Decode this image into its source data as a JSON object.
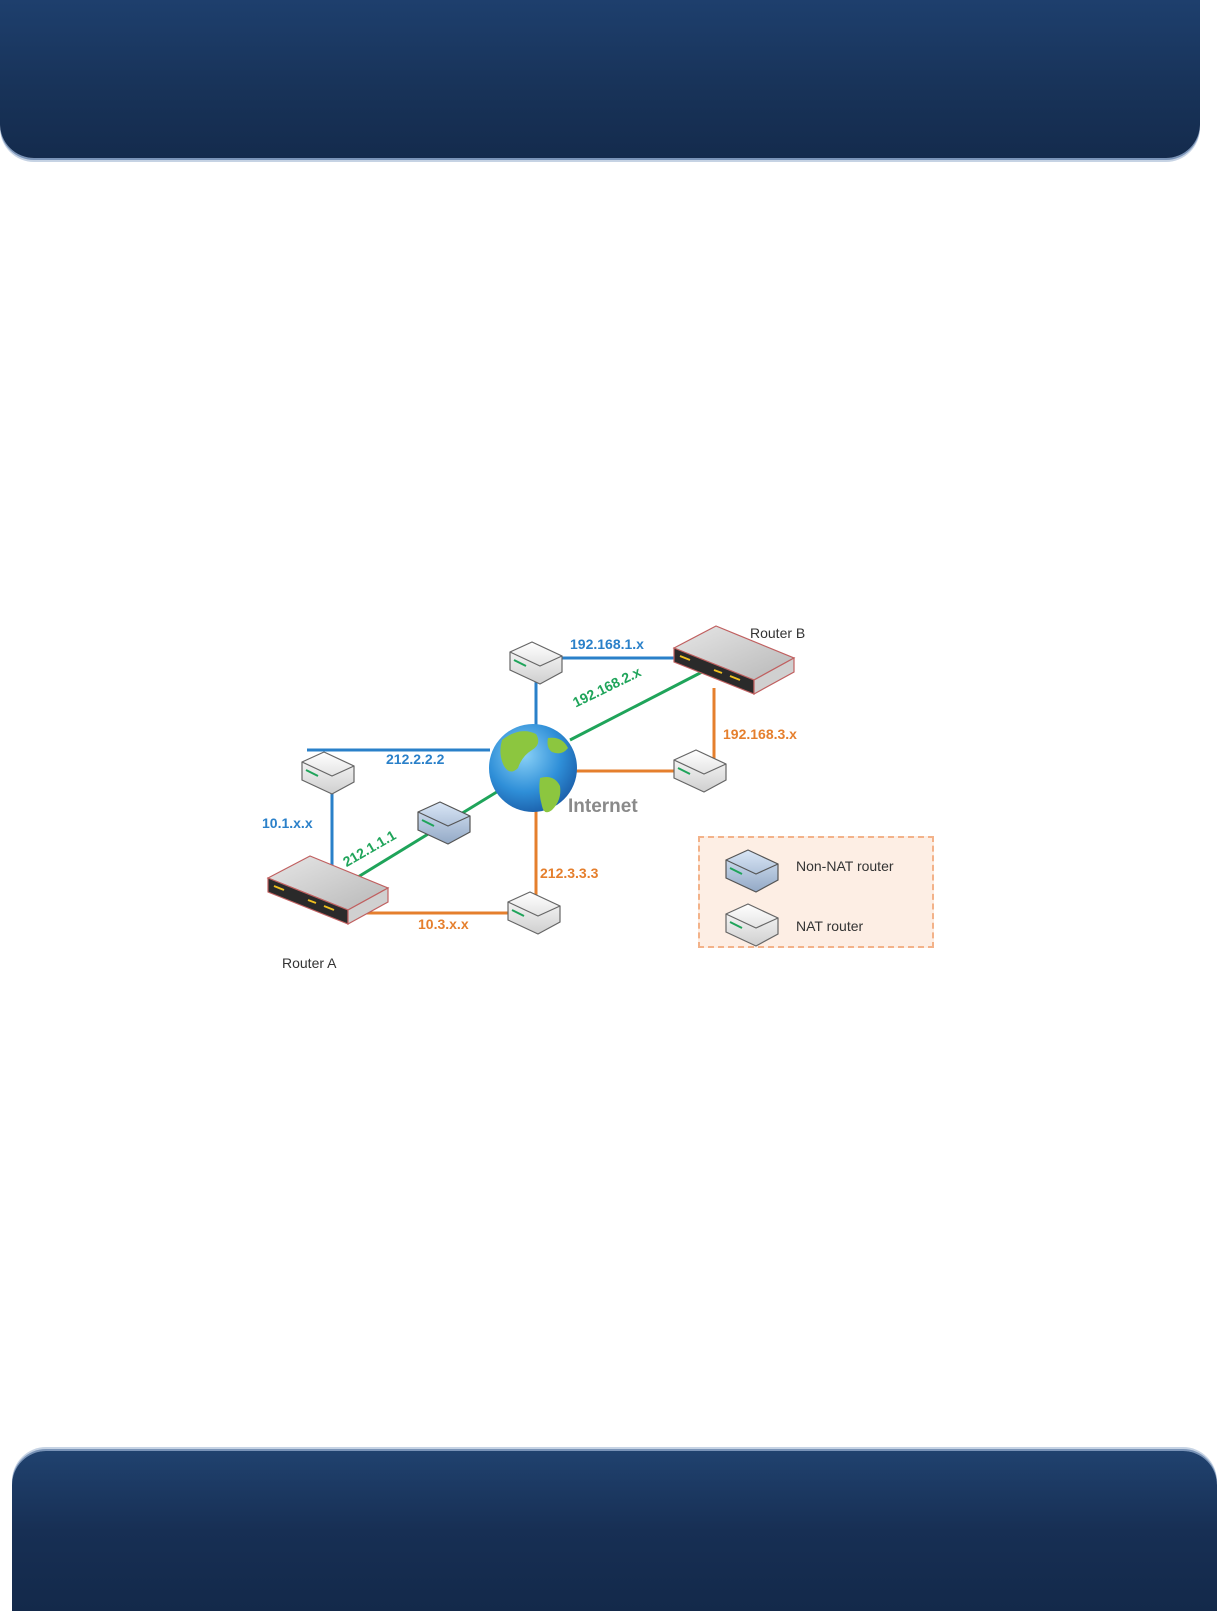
{
  "diagram": {
    "links": {
      "ip_192_168_1": "192.168.1.x",
      "ip_192_168_2": "192.168.2.x",
      "ip_192_168_3": "192.168.3.x",
      "ip_212_2_2_2": "212.2.2.2",
      "ip_212_1_1_1": "212.1.1.1",
      "ip_212_3_3_3": "212.3.3.3",
      "ip_10_1": "10.1.x.x",
      "ip_10_3": "10.3.x.x"
    },
    "router_a": "Router A",
    "router_b": "Router B",
    "internet": "Internet",
    "legend": {
      "non_nat": "Non-NAT router",
      "nat": "NAT router"
    }
  },
  "colors": {
    "blue": "#2a80c9",
    "green": "#1fa45a",
    "orange": "#e57f2d",
    "header": "#1b3a63"
  }
}
